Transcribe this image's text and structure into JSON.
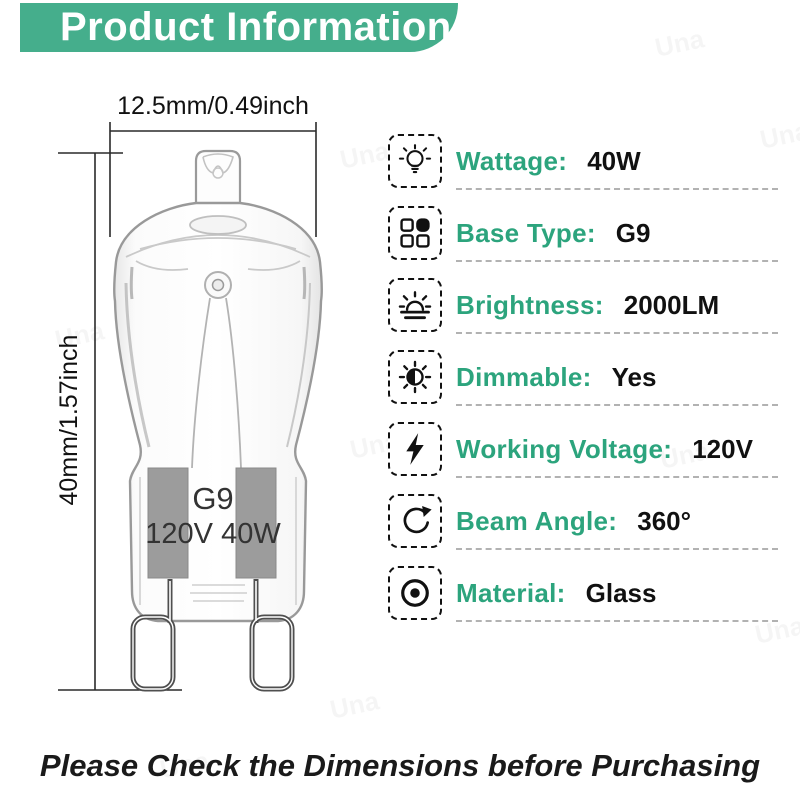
{
  "header": {
    "title": "Product Information",
    "bg_color": "#45ae8c",
    "text_color": "#ffffff"
  },
  "diagram": {
    "width_dimension": "12.5mm/0.49inch",
    "height_dimension": "40mm/1.57inch",
    "bulb_marking_line1": "G9",
    "bulb_marking_line2": "120V 40W"
  },
  "specs": {
    "accent_color": "#2ca47d",
    "rows": [
      {
        "icon": "bulb-icon",
        "label": "Wattage:",
        "value": "40W"
      },
      {
        "icon": "grid-icon",
        "label": "Base Type:",
        "value": "G9"
      },
      {
        "icon": "sunrise-icon",
        "label": "Brightness:",
        "value": "2000LM"
      },
      {
        "icon": "contrast-sun-icon",
        "label": "Dimmable:",
        "value": "Yes"
      },
      {
        "icon": "lightning-icon",
        "label": "Working Voltage:",
        "value": "120V"
      },
      {
        "icon": "rotate-arrow-icon",
        "label": "Beam Angle:",
        "value": "360°"
      },
      {
        "icon": "record-dot-icon",
        "label": "Material:",
        "value": "Glass"
      }
    ]
  },
  "footer": {
    "notice": "Please Check the Dimensions before Purchasing"
  },
  "watermark": {
    "text": "Una"
  }
}
